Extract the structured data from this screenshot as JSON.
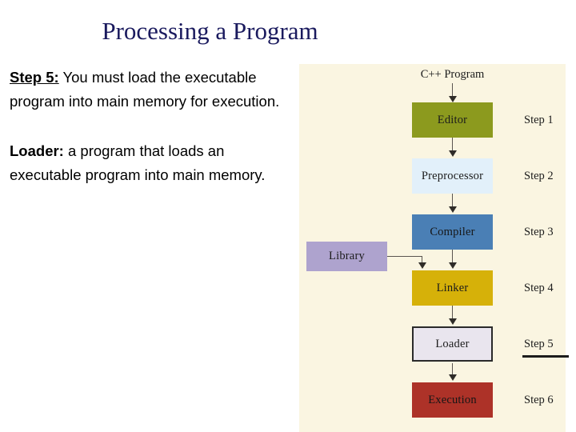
{
  "slide": {
    "title": "Processing a Program"
  },
  "body": {
    "paragraph1": {
      "lead": "Step 5:",
      "text": " You must load the executable program into main memory for execution."
    },
    "paragraph2": {
      "lead": "Loader:",
      "text": " a program that loads an executable program into main memory."
    }
  },
  "diagram": {
    "source_label": "C++ Program",
    "boxes": [
      {
        "label": "Editor",
        "color": "#8c9a1e",
        "step": "Step 1"
      },
      {
        "label": "Preprocessor",
        "color": "#e2f0fa",
        "step": "Step 2"
      },
      {
        "label": "Compiler",
        "color": "#4a7fb5",
        "step": "Step 3"
      },
      {
        "label": "Linker",
        "color": "#d6b109",
        "step": "Step 4"
      },
      {
        "label": "Loader",
        "color": "#e9e5ee",
        "step": "Step 5"
      },
      {
        "label": "Execution",
        "color": "#ad3228",
        "step": "Step 6"
      }
    ],
    "library_box": {
      "label": "Library",
      "color": "#aea3ce"
    },
    "steps": [
      "Step 1",
      "Step 2",
      "Step 3",
      "Step 4",
      "Step 5",
      "Step 6"
    ],
    "highlighted_step": "Step 5",
    "panel_background": "#faf5e1"
  },
  "colors": {
    "title": "#1a1a5e",
    "body_text": "#000000",
    "slide_background": "#ffffff"
  }
}
